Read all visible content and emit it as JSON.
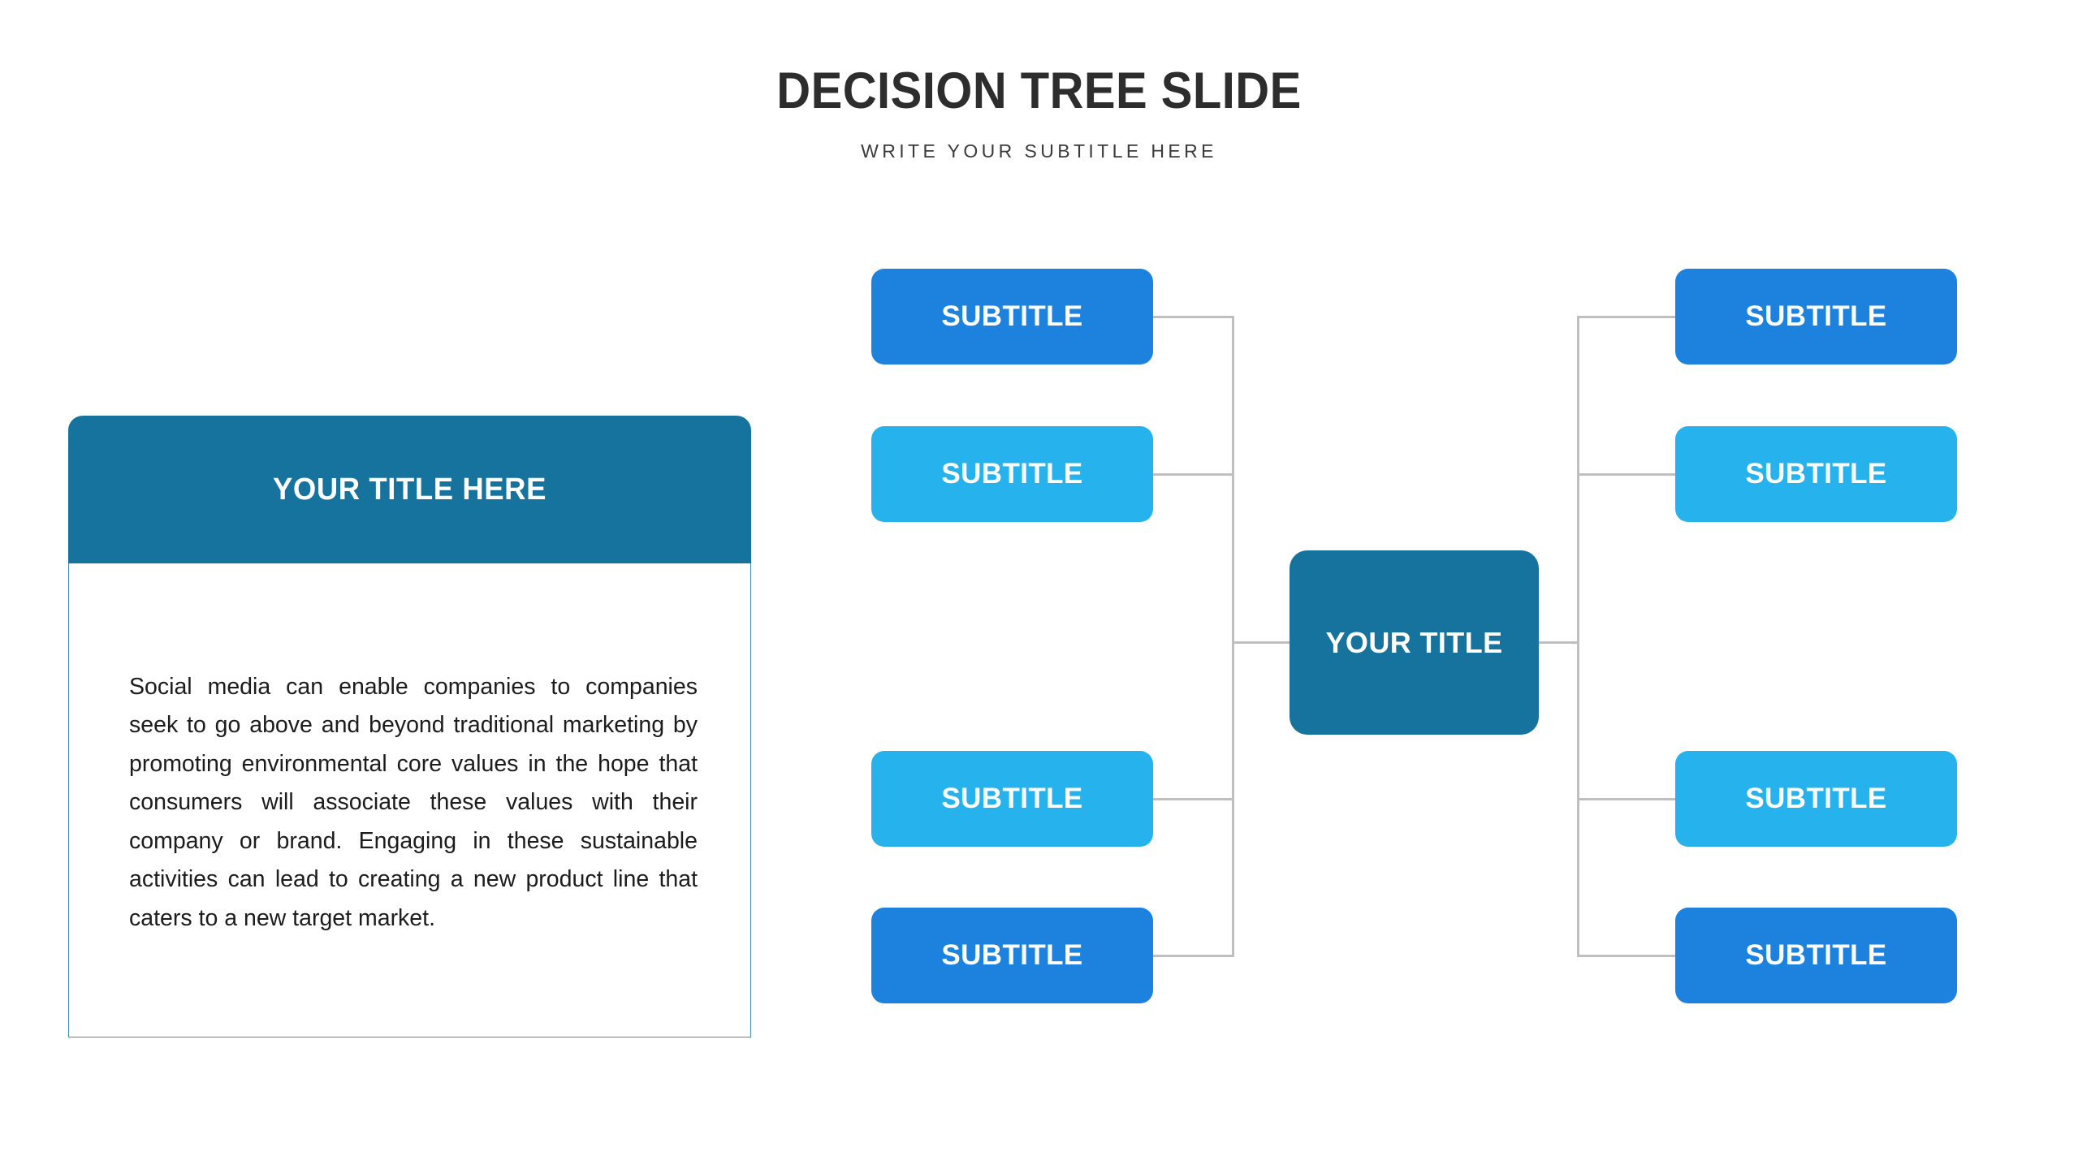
{
  "header": {
    "title": "DECISION TREE SLIDE",
    "subtitle": "WRITE YOUR SUBTITLE HERE"
  },
  "info_card": {
    "heading": "YOUR TITLE HERE",
    "paragraph": "Social media can enable companies to companies seek to go above and beyond traditional marketing by promoting environmental core values in the hope that consumers will associate these values with their company or brand. Engaging in these sustainable activities can lead to creating a new product line that caters to a new target market."
  },
  "colors": {
    "teal": "#15739e",
    "blue_dark": "#1c82dd",
    "blue_light": "#26b2ec",
    "connector": "#bfbfbf",
    "card_border": "#3d8fab",
    "title_text": "#2d2d2d",
    "body_text": "#1c1c1c",
    "background": "#ffffff"
  },
  "tree": {
    "center": {
      "label": "YOUR TITLE",
      "color": "#15739e"
    },
    "left_branch": [
      {
        "label": "SUBTITLE",
        "color": "#1c82dd"
      },
      {
        "label": "SUBTITLE",
        "color": "#26b2ec"
      },
      {
        "label": "SUBTITLE",
        "color": "#26b2ec"
      },
      {
        "label": "SUBTITLE",
        "color": "#1c82dd"
      }
    ],
    "right_branch": [
      {
        "label": "SUBTITLE",
        "color": "#1c82dd"
      },
      {
        "label": "SUBTITLE",
        "color": "#26b2ec"
      },
      {
        "label": "SUBTITLE",
        "color": "#26b2ec"
      },
      {
        "label": "SUBTITLE",
        "color": "#1c82dd"
      }
    ]
  }
}
